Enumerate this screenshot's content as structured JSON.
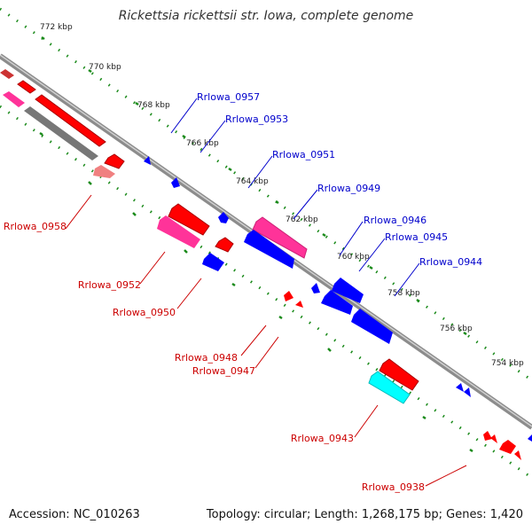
{
  "title": "Rickettsia rickettsii str. Iowa, complete genome",
  "accession": "Accession: NC_010263",
  "summary": "Topology: circular; Length: 1,268,175 bp; Genes: 1,420",
  "colors": {
    "forward_label": "#0000cc",
    "reverse_label": "#cc0000",
    "tick_dots": "#1a8a1a",
    "backbone": "#888888"
  },
  "scale_ticks": [
    "772 kbp",
    "770 kbp",
    "768 kbp",
    "766 kbp",
    "764 kbp",
    "762 kbp",
    "760 kbp",
    "758 kbp",
    "756 kbp",
    "754 kbp"
  ],
  "forward_labels": [
    "Rrlowa_0957",
    "Rrlowa_0953",
    "Rrlowa_0951",
    "Rrlowa_0949",
    "Rrlowa_0946",
    "Rrlowa_0945",
    "Rrlowa_0944"
  ],
  "reverse_labels": [
    "Rrlowa_0958",
    "Rrlowa_0952",
    "Rrlowa_0950",
    "Rrlowa_0948",
    "Rrlowa_0947",
    "Rrlowa_0943",
    "Rrlowa_0938"
  ]
}
